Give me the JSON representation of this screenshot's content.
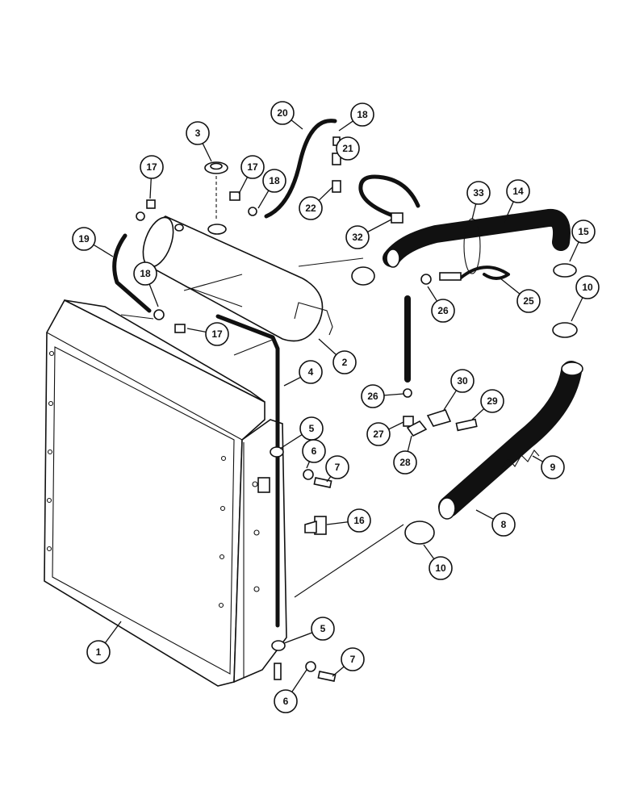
{
  "diagram": {
    "callouts": [
      {
        "label": "1"
      },
      {
        "label": "2"
      },
      {
        "label": "3"
      },
      {
        "label": "4"
      },
      {
        "label": "5"
      },
      {
        "label": "5"
      },
      {
        "label": "6"
      },
      {
        "label": "6"
      },
      {
        "label": "7"
      },
      {
        "label": "7"
      },
      {
        "label": "8"
      },
      {
        "label": "9"
      },
      {
        "label": "10"
      },
      {
        "label": "10"
      },
      {
        "label": "14"
      },
      {
        "label": "15"
      },
      {
        "label": "16"
      },
      {
        "label": "17"
      },
      {
        "label": "17"
      },
      {
        "label": "17"
      },
      {
        "label": "18"
      },
      {
        "label": "18"
      },
      {
        "label": "18"
      },
      {
        "label": "19"
      },
      {
        "label": "20"
      },
      {
        "label": "21"
      },
      {
        "label": "22"
      },
      {
        "label": "25"
      },
      {
        "label": "26"
      },
      {
        "label": "26"
      },
      {
        "label": "27"
      },
      {
        "label": "28"
      },
      {
        "label": "29"
      },
      {
        "label": "30"
      },
      {
        "label": "32"
      },
      {
        "label": "33"
      }
    ]
  }
}
